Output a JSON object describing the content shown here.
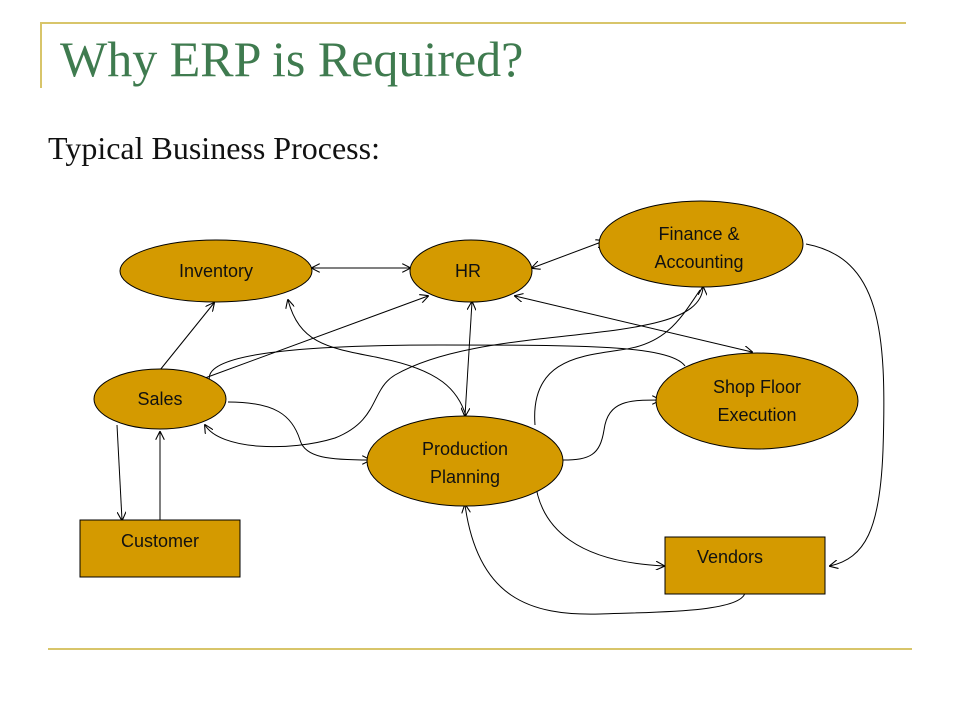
{
  "slide": {
    "title": "Why ERP is Required?",
    "subtitle": "Typical Business Process:"
  },
  "diagram": {
    "fill_color": "#d49a00",
    "stroke_color": "#000000",
    "title_color": "#3f7b4f",
    "nodes": {
      "inventory": {
        "label": "Inventory",
        "shape": "ellipse"
      },
      "hr": {
        "label": "HR",
        "shape": "ellipse"
      },
      "finance": {
        "label_line1": "Finance &",
        "label_line2": "Accounting",
        "shape": "ellipse"
      },
      "sales": {
        "label": "Sales",
        "shape": "ellipse"
      },
      "shop_floor": {
        "label_line1": "Shop Floor",
        "label_line2": "Execution",
        "shape": "ellipse"
      },
      "production": {
        "label_line1": "Production",
        "label_line2": "Planning",
        "shape": "ellipse"
      },
      "customer": {
        "label": "Customer",
        "shape": "rectangle"
      },
      "vendors": {
        "label": "Vendors",
        "shape": "rectangle"
      }
    }
  }
}
